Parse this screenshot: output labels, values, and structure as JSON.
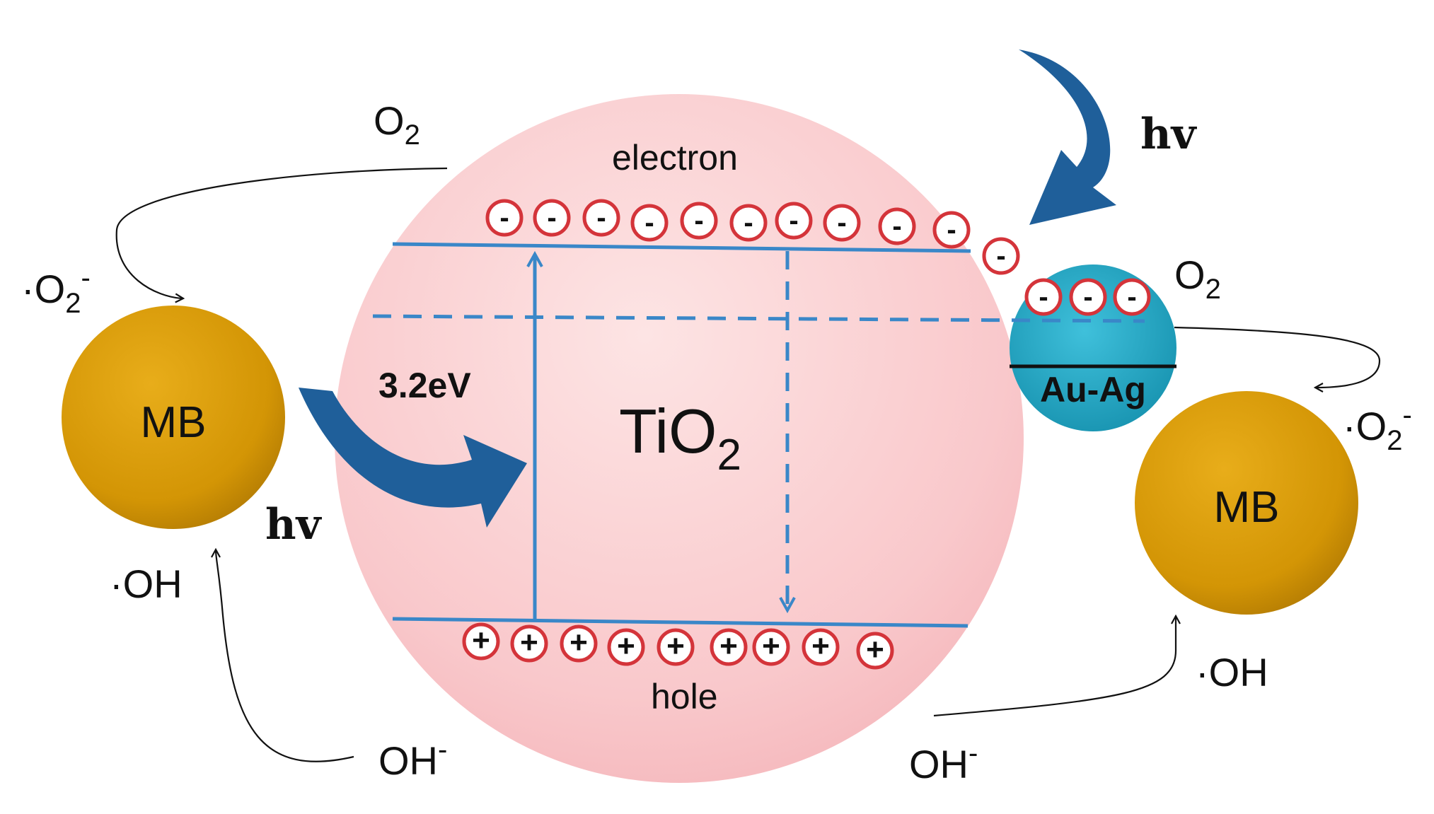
{
  "labels": {
    "o2_left": "O",
    "o2_right": "O",
    "superoxide_left": "·O",
    "superoxide_right": "·O",
    "sub_2": "2",
    "sup_minus": "-",
    "mb_left": "MB",
    "mb_right": "MB",
    "hv_top": "hv",
    "hv_left": "hv",
    "oh_radical_left": "·OH",
    "oh_radical_right": "·OH",
    "oh_minus_left": "OH",
    "oh_minus_right": "OH",
    "electron": "electron",
    "hole": "hole",
    "band_gap": "3.2eV",
    "tio2": "TiO",
    "au_ag": "Au-Ag",
    "minus_sign": "-",
    "plus_sign": "+"
  },
  "colors": {
    "tio2_fill": "#f8c9cc",
    "mb_fill": "#d89a06",
    "au_ag_fill": "#1aa2c0",
    "band_line": "#3a87c8",
    "arrow_blue": "#1f5f9a",
    "charge_ring": "#d4343a"
  }
}
